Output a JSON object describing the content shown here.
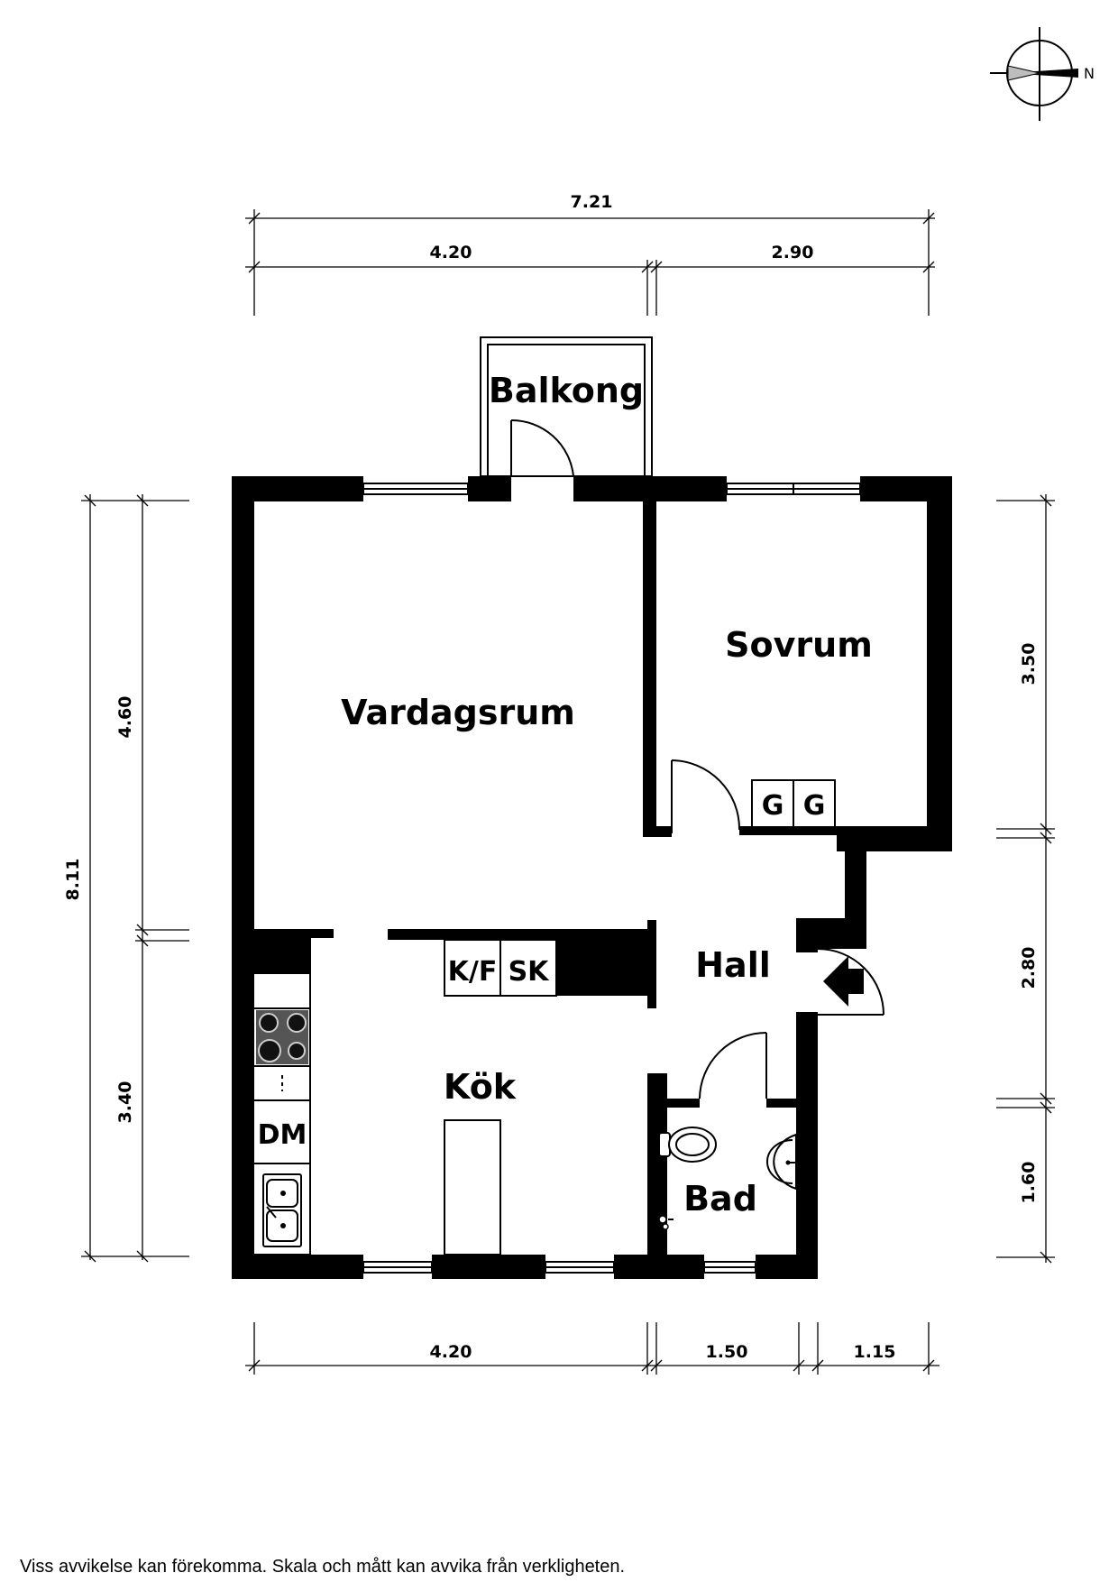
{
  "rooms": {
    "balkong": "Balkong",
    "vardagsrum": "Vardagsrum",
    "sovrum": "Sovrum",
    "hall": "Hall",
    "kok": "Kök",
    "bad": "Bad"
  },
  "fixtures": {
    "wardrobe_1": "G",
    "wardrobe_2": "G",
    "fridge_freezer": "K/F",
    "kitchen_cabinet": "SK",
    "dishwasher": "DM"
  },
  "compass": {
    "north": "N",
    "icon": "compass-rose-icon"
  },
  "entrance_icon": "entrance-arrow-icon",
  "dimensions": {
    "top_total": "7.21",
    "top_left": "4.20",
    "top_right": "2.90",
    "left_total": "8.11",
    "left_upper": "4.60",
    "left_lower": "3.40",
    "right_upper": "3.50",
    "right_middle": "2.80",
    "right_lower": "1.60",
    "bottom_left": "4.20",
    "bottom_middle": "1.50",
    "bottom_right": "1.15"
  },
  "disclaimer": "Viss avvikelse kan förekomma. Skala och mått kan avvika från verkligheten.",
  "colors": {
    "wall": "#000000",
    "background": "#ffffff"
  }
}
